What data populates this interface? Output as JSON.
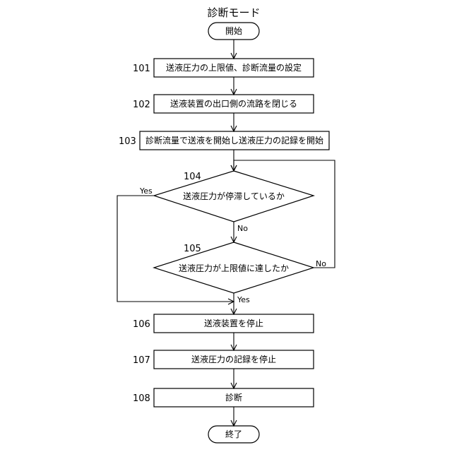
{
  "title": "診断モード",
  "start_label": "開始",
  "end_label": "終了",
  "steps": [
    {
      "id": "101",
      "text": "送液圧力の上限値、診断流量の設定"
    },
    {
      "id": "102",
      "text": "送液装置の出口側の流路を閉じる"
    },
    {
      "id": "103",
      "text": "診断流量で送液を開始し送液圧力の記録を開始"
    },
    {
      "id": "104",
      "text": "送液圧力が停滞しているか"
    },
    {
      "id": "105",
      "text": "送液圧力が上限値に達したか"
    },
    {
      "id": "106",
      "text": "送液装置を停止"
    },
    {
      "id": "107",
      "text": "送液圧力の記録を停止"
    },
    {
      "id": "108",
      "text": "診断"
    }
  ],
  "edge_labels": {
    "d104_yes": "Yes",
    "d104_no": "No",
    "d105_no": "No",
    "d105_yes": "Yes"
  }
}
